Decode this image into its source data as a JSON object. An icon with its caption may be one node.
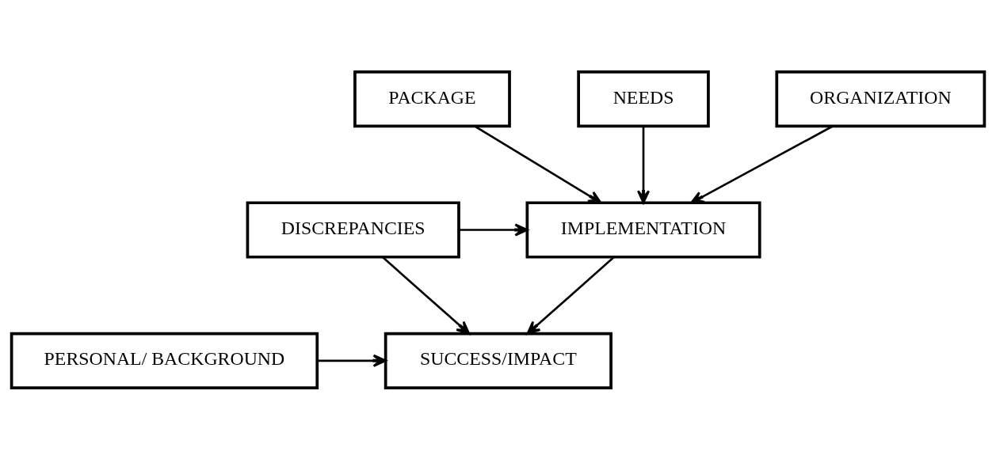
{
  "diagram": {
    "nodes": [
      {
        "text": [
          "PACKAGE"
        ]
      },
      {
        "text": [
          "NEEDS"
        ]
      },
      {
        "text": [
          "ORGANIZATION"
        ]
      },
      {
        "text": [
          "DISCREPANCIES"
        ]
      },
      {
        "text": [
          "IMPLEMENTATION"
        ]
      },
      {
        "text": [
          "SUCCESS/IMPACT"
        ]
      },
      {
        "text": [
          "PERSONAL/ BACKGROUND"
        ]
      }
    ],
    "edges": [
      {
        "from": 0,
        "to": 4,
        "arrow": "to"
      },
      {
        "from": 1,
        "to": 4,
        "arrow": "to"
      },
      {
        "from": 2,
        "to": 4,
        "arrow": "to"
      },
      {
        "from": 3,
        "to": 4,
        "arrow": "to"
      },
      {
        "from": 4,
        "to": 5,
        "arrow": "to"
      },
      {
        "from": 3,
        "to": 5,
        "arrow": "to"
      },
      {
        "from": 6,
        "to": 5,
        "arrow": "to"
      }
    ]
  }
}
